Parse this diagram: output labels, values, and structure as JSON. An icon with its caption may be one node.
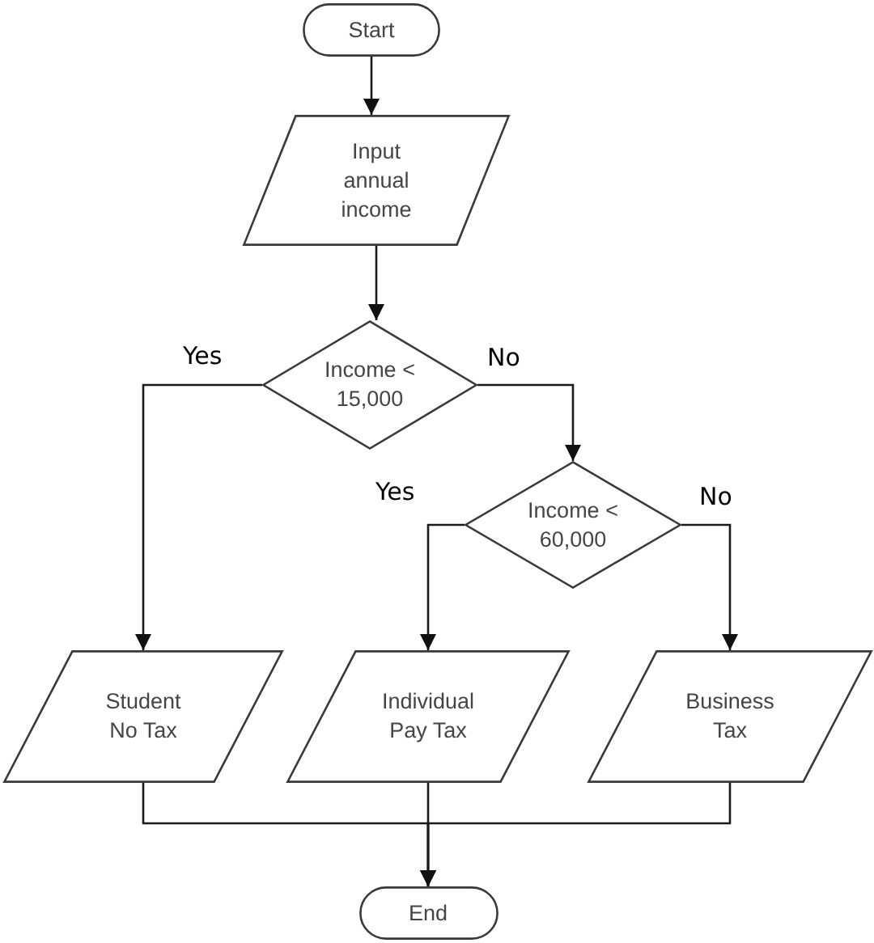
{
  "diagram": {
    "nodes": [
      {
        "text": [
          "Start"
        ]
      },
      {
        "text": [
          "Input annual income"
        ]
      },
      {
        "text": [
          "Income < 15,000"
        ]
      },
      {
        "text": [
          "Income < 60,000"
        ]
      },
      {
        "text": [
          "Student No Tax"
        ]
      },
      {
        "text": [
          "Individual Pay Tax"
        ]
      },
      {
        "text": [
          "Business Tax"
        ]
      },
      {
        "text": [
          "End"
        ]
      }
    ],
    "edges": [
      {
        "from": 0,
        "to": 1,
        "arrow": "to"
      },
      {
        "from": 1,
        "to": 2,
        "arrow": "to"
      },
      {
        "from": 2,
        "to": 4,
        "arrow": "to",
        "label": "Yes"
      },
      {
        "from": 2,
        "to": 3,
        "arrow": "to",
        "label": "No"
      },
      {
        "from": 3,
        "to": 5,
        "arrow": "to",
        "label": "Yes"
      },
      {
        "from": 3,
        "to": 6,
        "arrow": "to",
        "label": "No"
      },
      {
        "from": 4,
        "to": 7,
        "arrow": "to"
      },
      {
        "from": 5,
        "to": 7,
        "arrow": "to"
      },
      {
        "from": 6,
        "to": 7,
        "arrow": "to"
      }
    ]
  }
}
